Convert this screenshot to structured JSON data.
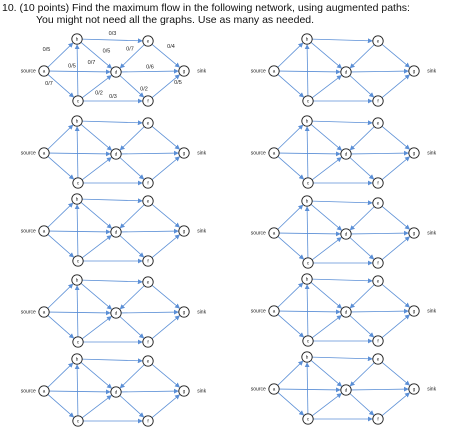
{
  "question": {
    "line1": "10. (10 points) Find the maximum flow in the following network, using augmented paths:",
    "line2": "You might not need all the graphs. Use as many as needed."
  },
  "graph": {
    "source_label": "source",
    "sink_label": "sink",
    "nodes": [
      {
        "id": "a",
        "label": "a"
      },
      {
        "id": "b",
        "label": "b"
      },
      {
        "id": "e",
        "label": "e"
      },
      {
        "id": "d",
        "label": "d"
      },
      {
        "id": "g",
        "label": "g"
      },
      {
        "id": "c",
        "label": "c"
      },
      {
        "id": "f",
        "label": "f"
      }
    ],
    "edges": [
      {
        "from": "a",
        "to": "b",
        "capacity": "0/5"
      },
      {
        "from": "b",
        "to": "e",
        "capacity": "0/3"
      },
      {
        "from": "b",
        "to": "d",
        "capacity": "0/5"
      },
      {
        "from": "e",
        "to": "d",
        "capacity": "0/7"
      },
      {
        "from": "e",
        "to": "g",
        "capacity": "0/4"
      },
      {
        "from": "a",
        "to": "d",
        "capacity": "0/5"
      },
      {
        "from": "d",
        "to": "g",
        "capacity": "0/6"
      },
      {
        "from": "a",
        "to": "c",
        "capacity": "0/7"
      },
      {
        "from": "c",
        "to": "b",
        "capacity": "0/7"
      },
      {
        "from": "c",
        "to": "d",
        "capacity": "0/2"
      },
      {
        "from": "c",
        "to": "f",
        "capacity": "0/3"
      },
      {
        "from": "d",
        "to": "f",
        "capacity": "0/2"
      },
      {
        "from": "f",
        "to": "g",
        "capacity": "0/5"
      }
    ]
  }
}
